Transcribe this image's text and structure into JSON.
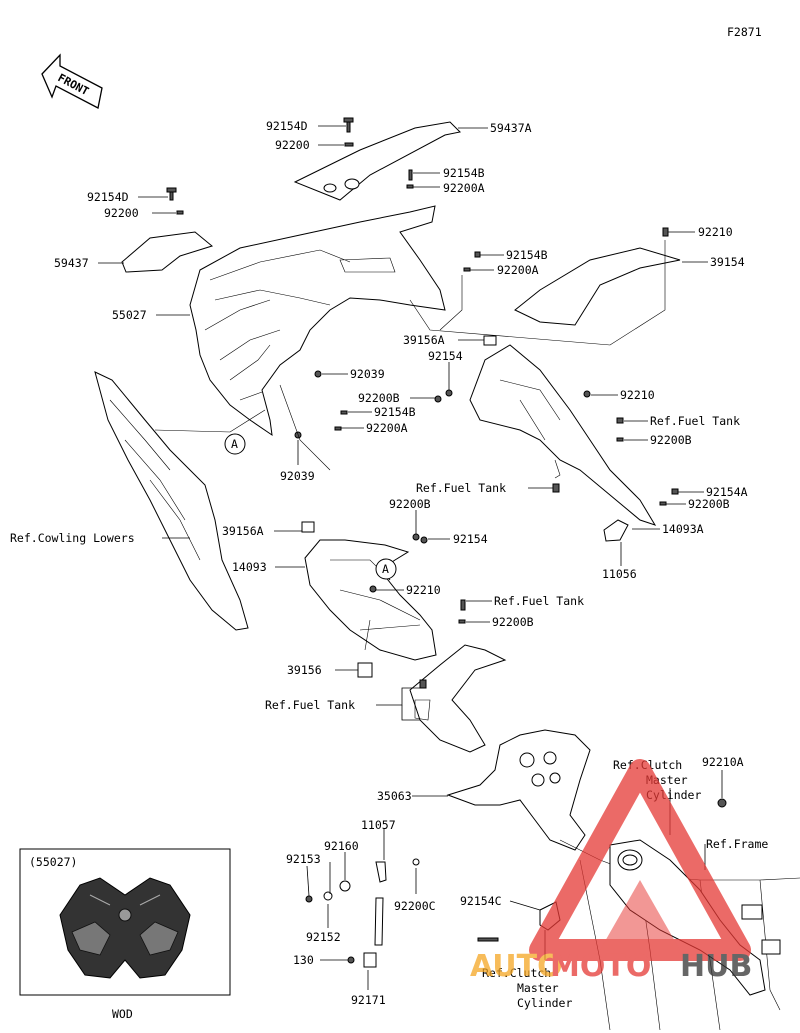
{
  "figure_code": "F2871",
  "front_label": "FRONT",
  "inset": {
    "part_ref": "(55027)",
    "caption": "WOD"
  },
  "callout_marker": "A",
  "watermark": {
    "part1": "AUTO",
    "part2": "MOTO",
    "part3": "HUB",
    "color_orange": "#f5a623",
    "color_red": "#e53935",
    "color_dark": "#333333"
  },
  "labels": {
    "p92154D_top": "92154D",
    "p92200_top": "92200",
    "p59437A": "59437A",
    "p92154B_a": "92154B",
    "p92200A_a": "92200A",
    "p92154D_left": "92154D",
    "p92200_left": "92200",
    "p92210_a": "92210",
    "p59437": "59437",
    "p92154B_b": "92154B",
    "p92200A_b": "92200A",
    "p39154": "39154",
    "p55027": "55027",
    "p39156A_a": "39156A",
    "p92154_a": "92154",
    "p92039_a": "92039",
    "p92210_b": "92210",
    "p92200B_a": "92200B",
    "p92154B_c": "92154B",
    "ref_fuel_tank_1": "Ref.Fuel Tank",
    "p92200A_c": "92200A",
    "p92200B_b": "92200B",
    "p92039_b": "92039",
    "ref_fuel_tank_2": "Ref.Fuel Tank",
    "p92154A": "92154A",
    "p92200B_c": "92200B",
    "p92200B_d": "92200B",
    "ref_cowling_lowers": "Ref.Cowling Lowers",
    "p39156A_b": "39156A",
    "p92154_b": "92154",
    "p14093A": "14093A",
    "p11056": "11056",
    "p14093": "14093",
    "p92210_c": "92210",
    "ref_fuel_tank_3": "Ref.Fuel Tank",
    "p92200B_e": "92200B",
    "p39156": "39156",
    "ref_fuel_tank_4": "Ref.Fuel Tank",
    "ref_clutch_1a": "Ref.Clutch",
    "ref_clutch_1b": "Master",
    "ref_clutch_1c": "Cylinder",
    "p92210A": "92210A",
    "p35063": "35063",
    "p11057": "11057",
    "ref_frame": "Ref.Frame",
    "p92153": "92153",
    "p92160": "92160",
    "p92200C": "92200C",
    "p92154C": "92154C",
    "p92152": "92152",
    "p130": "130",
    "p92171": "92171",
    "ref_clutch_2a": "Ref.Clutch",
    "ref_clutch_2b": "Master",
    "ref_clutch_2c": "Cylinder"
  }
}
